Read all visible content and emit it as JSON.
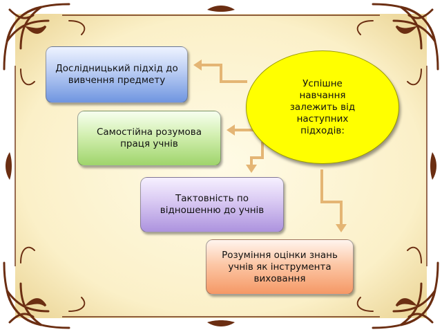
{
  "center": {
    "text": "Успішне навчання залежить від наступних підходів:"
  },
  "boxes": [
    {
      "text": "Дослідницький підхід до вивчення предмету"
    },
    {
      "text": "Самостійна розумова праця учнів"
    },
    {
      "text": "Тактовність по відношенню до учнів"
    },
    {
      "text": "Розуміння оцінки знань учнів як інструмента виховання"
    }
  ],
  "colors": {
    "frame_background": "#fdf6d9",
    "frame_ornament": "#7a3a1a",
    "center": "#ffff00",
    "arrow": "#e6b97a"
  }
}
